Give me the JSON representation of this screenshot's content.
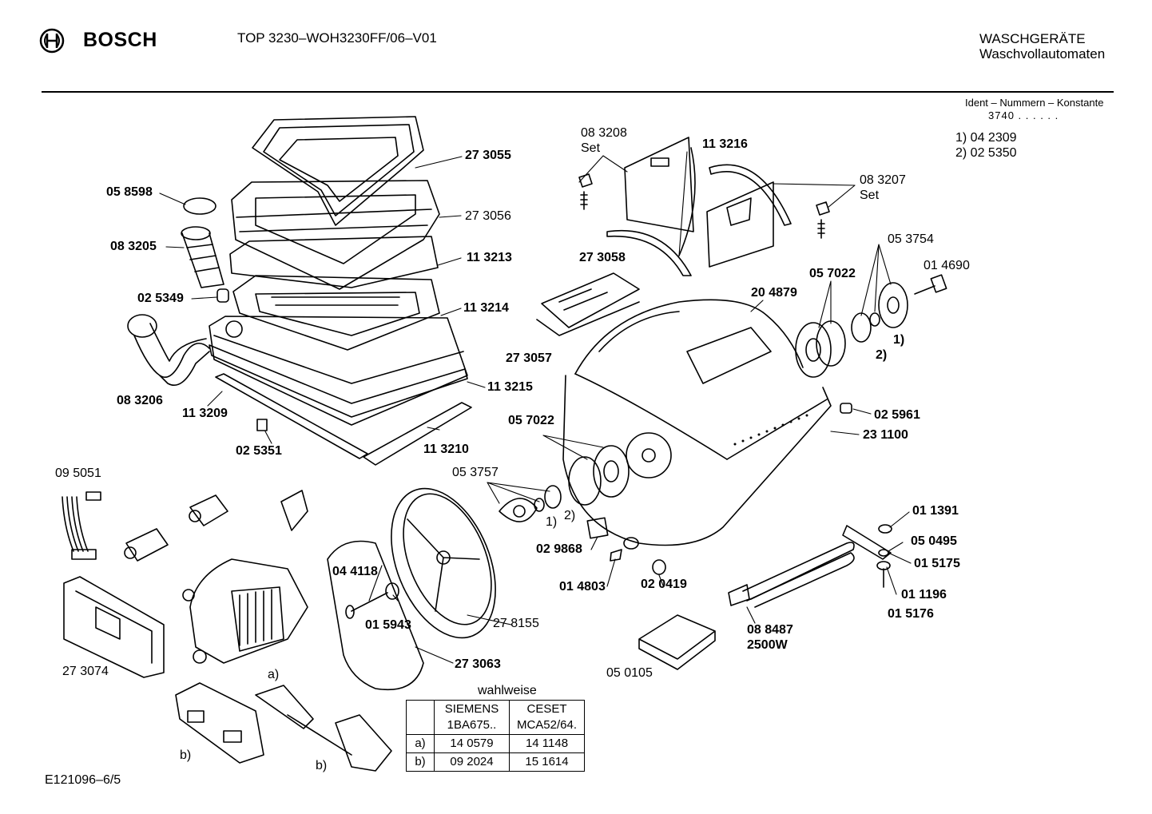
{
  "header": {
    "brand": "BOSCH",
    "model": "TOP 3230–WOH3230FF/06–V01",
    "category_line1": "WASCHGERÄTE",
    "category_line2": "Waschvollautomaten"
  },
  "ident": {
    "title": "Ident – Nummern – Konstante",
    "value": "3740 . .  . . . .",
    "notes": [
      "1)  04 2309",
      "2)  02 5350"
    ]
  },
  "parts": {
    "p273055": "27 3055",
    "p058598": "05 8598",
    "p273056": "27 3056",
    "p083205": "08 3205",
    "p113213": "11 3213",
    "p025349": "02 5349",
    "p113214": "11 3214",
    "p083206": "08 3206",
    "p113209": "11 3209",
    "p113215": "11 3215",
    "p025351": "02 5351",
    "p113210": "11 3210",
    "p083208": "08 3208",
    "set1": "Set",
    "p113216": "11 3216",
    "p083207": "08 3207",
    "set2": "Set",
    "p053754": "05 3754",
    "p014690": "01 4690",
    "p273058": "27 3058",
    "p057022a": "05 7022",
    "p204879": "20 4879",
    "p273057": "27 3057",
    "fn1a": "1)",
    "fn2a": "2)",
    "p025961": "02 5961",
    "p231100": "23 1100",
    "p057022b": "05 7022",
    "p095051": "09 5051",
    "p053757": "05 3757",
    "fn1b": "1)",
    "fn2b": "2)",
    "p011391": "01 1391",
    "p050495": "05 0495",
    "p029868": "02 9868",
    "p015175": "01 5175",
    "p044118": "04 4118",
    "p014803": "01 4803",
    "p020419": "02 0419",
    "p011196": "01 1196",
    "p015176": "01 5176",
    "p015943": "01 5943",
    "p278155": "27 8155",
    "p088487": "08 8487",
    "watt": "2500W",
    "p273074": "27 3074",
    "p273063": "27 3063",
    "p050105": "05 0105",
    "mark_a": "a)",
    "mark_b1": "b)",
    "mark_b2": "b)"
  },
  "options_table": {
    "title": "wahlweise",
    "headers": [
      [
        "SIEMENS",
        "1BA675.."
      ],
      [
        "CESET",
        "MCA52/64."
      ]
    ],
    "rows": [
      {
        "key": "a)",
        "siemens": "14 0579",
        "ceset": "14 1148"
      },
      {
        "key": "b)",
        "siemens": "09 2024",
        "ceset": "15 1614"
      }
    ]
  },
  "footer": {
    "code": "E121096–6/5"
  }
}
